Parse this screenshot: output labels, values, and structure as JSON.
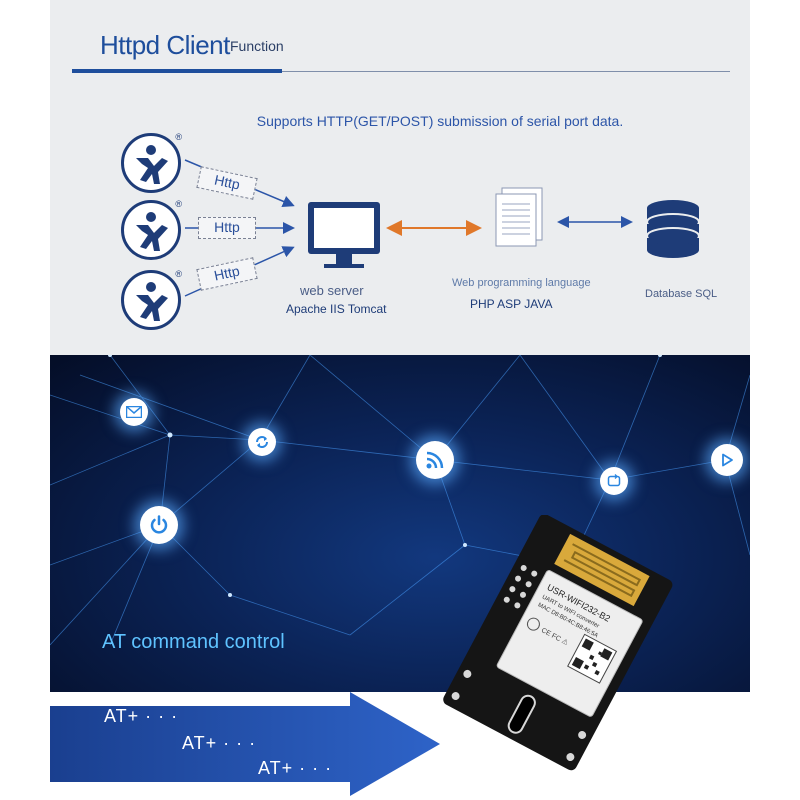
{
  "header": {
    "title": "Httpd Client",
    "subtitle": "Function"
  },
  "tagline": "Supports HTTP(GET/POST) submission of serial port data.",
  "diagram": {
    "http_labels": [
      "Http",
      "Http",
      "Http"
    ],
    "web_server": {
      "label": "web server",
      "sublabel": "Apache IIS Tomcat"
    },
    "programming": {
      "label": "Web programming language",
      "sublabel": "PHP ASP JAVA"
    },
    "database": {
      "label": "Database SQL"
    },
    "colors": {
      "primary": "#1e3c78",
      "accent": "#1e4e9c",
      "arrow_orange": "#e0782a"
    }
  },
  "network": {
    "icons": [
      "mail-icon",
      "sync-icon",
      "wifi-icon",
      "refresh-icon",
      "play-icon",
      "power-icon"
    ]
  },
  "at_section": {
    "title": "AT command control",
    "commands": [
      "AT+ · · ·",
      "AT+ · · ·",
      "AT+ · · ·"
    ]
  },
  "module": {
    "model": "USR-WIFI232-B2",
    "desc": "UART to WIFI converter",
    "mac": "MAC D8:B0:4C:B8:46:5A"
  }
}
